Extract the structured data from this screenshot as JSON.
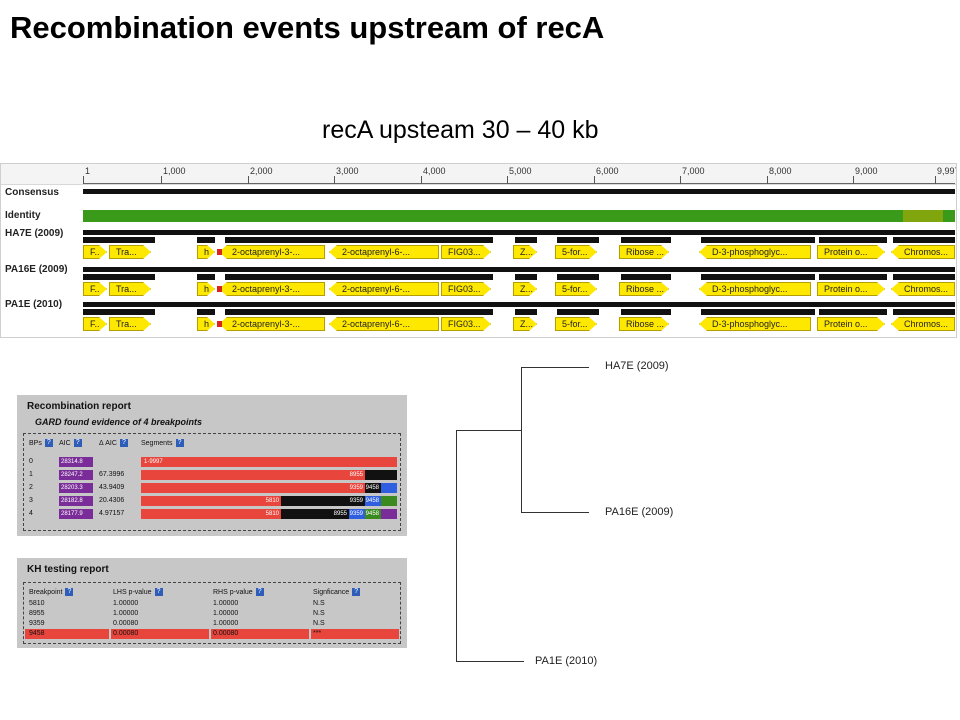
{
  "page": {
    "title": "Recombination events upstream of recA",
    "subtitle": "recA upsteam 30 – 40 kb"
  },
  "browser": {
    "ruler_labels": [
      "1",
      "1,000",
      "2,000",
      "3,000",
      "4,000",
      "5,000",
      "6,000",
      "7,000",
      "8,000",
      "9,000",
      "9,997"
    ],
    "rows": {
      "consensus": "Consensus",
      "identity": "Identity",
      "seq1": "HA7E (2009)",
      "seq2": "PA16E (2009)",
      "seq3": "PA1E (2010)"
    },
    "cds_labels": [
      "F..",
      "Tra...",
      "h",
      "2-octaprenyl-3-...",
      "2-octaprenyl-6-...",
      "FIG03...",
      "Z...",
      "5-for...",
      "Ribose ...",
      "D-3-phosphoglyc...",
      "Protein o...",
      "Chromos..."
    ],
    "colors": {
      "identity": "#3a9a1a",
      "cds": "#ffe800",
      "track": "#111111"
    }
  },
  "recombination_report": {
    "title": "Recombination report",
    "subtitle": "GARD found evidence of 4 breakpoints",
    "headers": {
      "bps": "BPs",
      "aic": "AIC",
      "daic": "Δ AIC",
      "segments": "Segments"
    },
    "rows": [
      {
        "bp": "0",
        "aic": "28314.8",
        "daic": "",
        "segments": [
          "1-9997"
        ]
      },
      {
        "bp": "1",
        "aic": "28247.2",
        "daic": "67.3996",
        "segments": [
          "8955"
        ]
      },
      {
        "bp": "2",
        "aic": "28203.3",
        "daic": "43.9409",
        "segments": [
          "9359",
          "9458"
        ]
      },
      {
        "bp": "3",
        "aic": "28182.8",
        "daic": "20.4306",
        "segments": [
          "5810",
          "9359",
          "9458"
        ]
      },
      {
        "bp": "4",
        "aic": "28177.9",
        "daic": "4.97157",
        "segments": [
          "5810",
          "8955",
          "9359",
          "9458"
        ]
      }
    ]
  },
  "kh_report": {
    "title": "KH testing report",
    "headers": {
      "breakpoint": "Breakpoint",
      "lhs": "LHS p-value",
      "rhs": "RHS p-value",
      "sig": "Signficance"
    },
    "rows": [
      {
        "bp": "5810",
        "lhs": "1.00000",
        "rhs": "1.00000",
        "sig": "N.S",
        "highlight": false
      },
      {
        "bp": "8955",
        "lhs": "1.00000",
        "rhs": "1.00000",
        "sig": "N.S",
        "highlight": false
      },
      {
        "bp": "9359",
        "lhs": "0.00080",
        "rhs": "1.00000",
        "sig": "N.S",
        "highlight": false
      },
      {
        "bp": "9458",
        "lhs": "0.00080",
        "rhs": "0.00080",
        "sig": "***",
        "highlight": true
      }
    ]
  },
  "tree": {
    "leaves": [
      "HA7E (2009)",
      "PA16E (2009)",
      "PA1E (2010)"
    ]
  }
}
